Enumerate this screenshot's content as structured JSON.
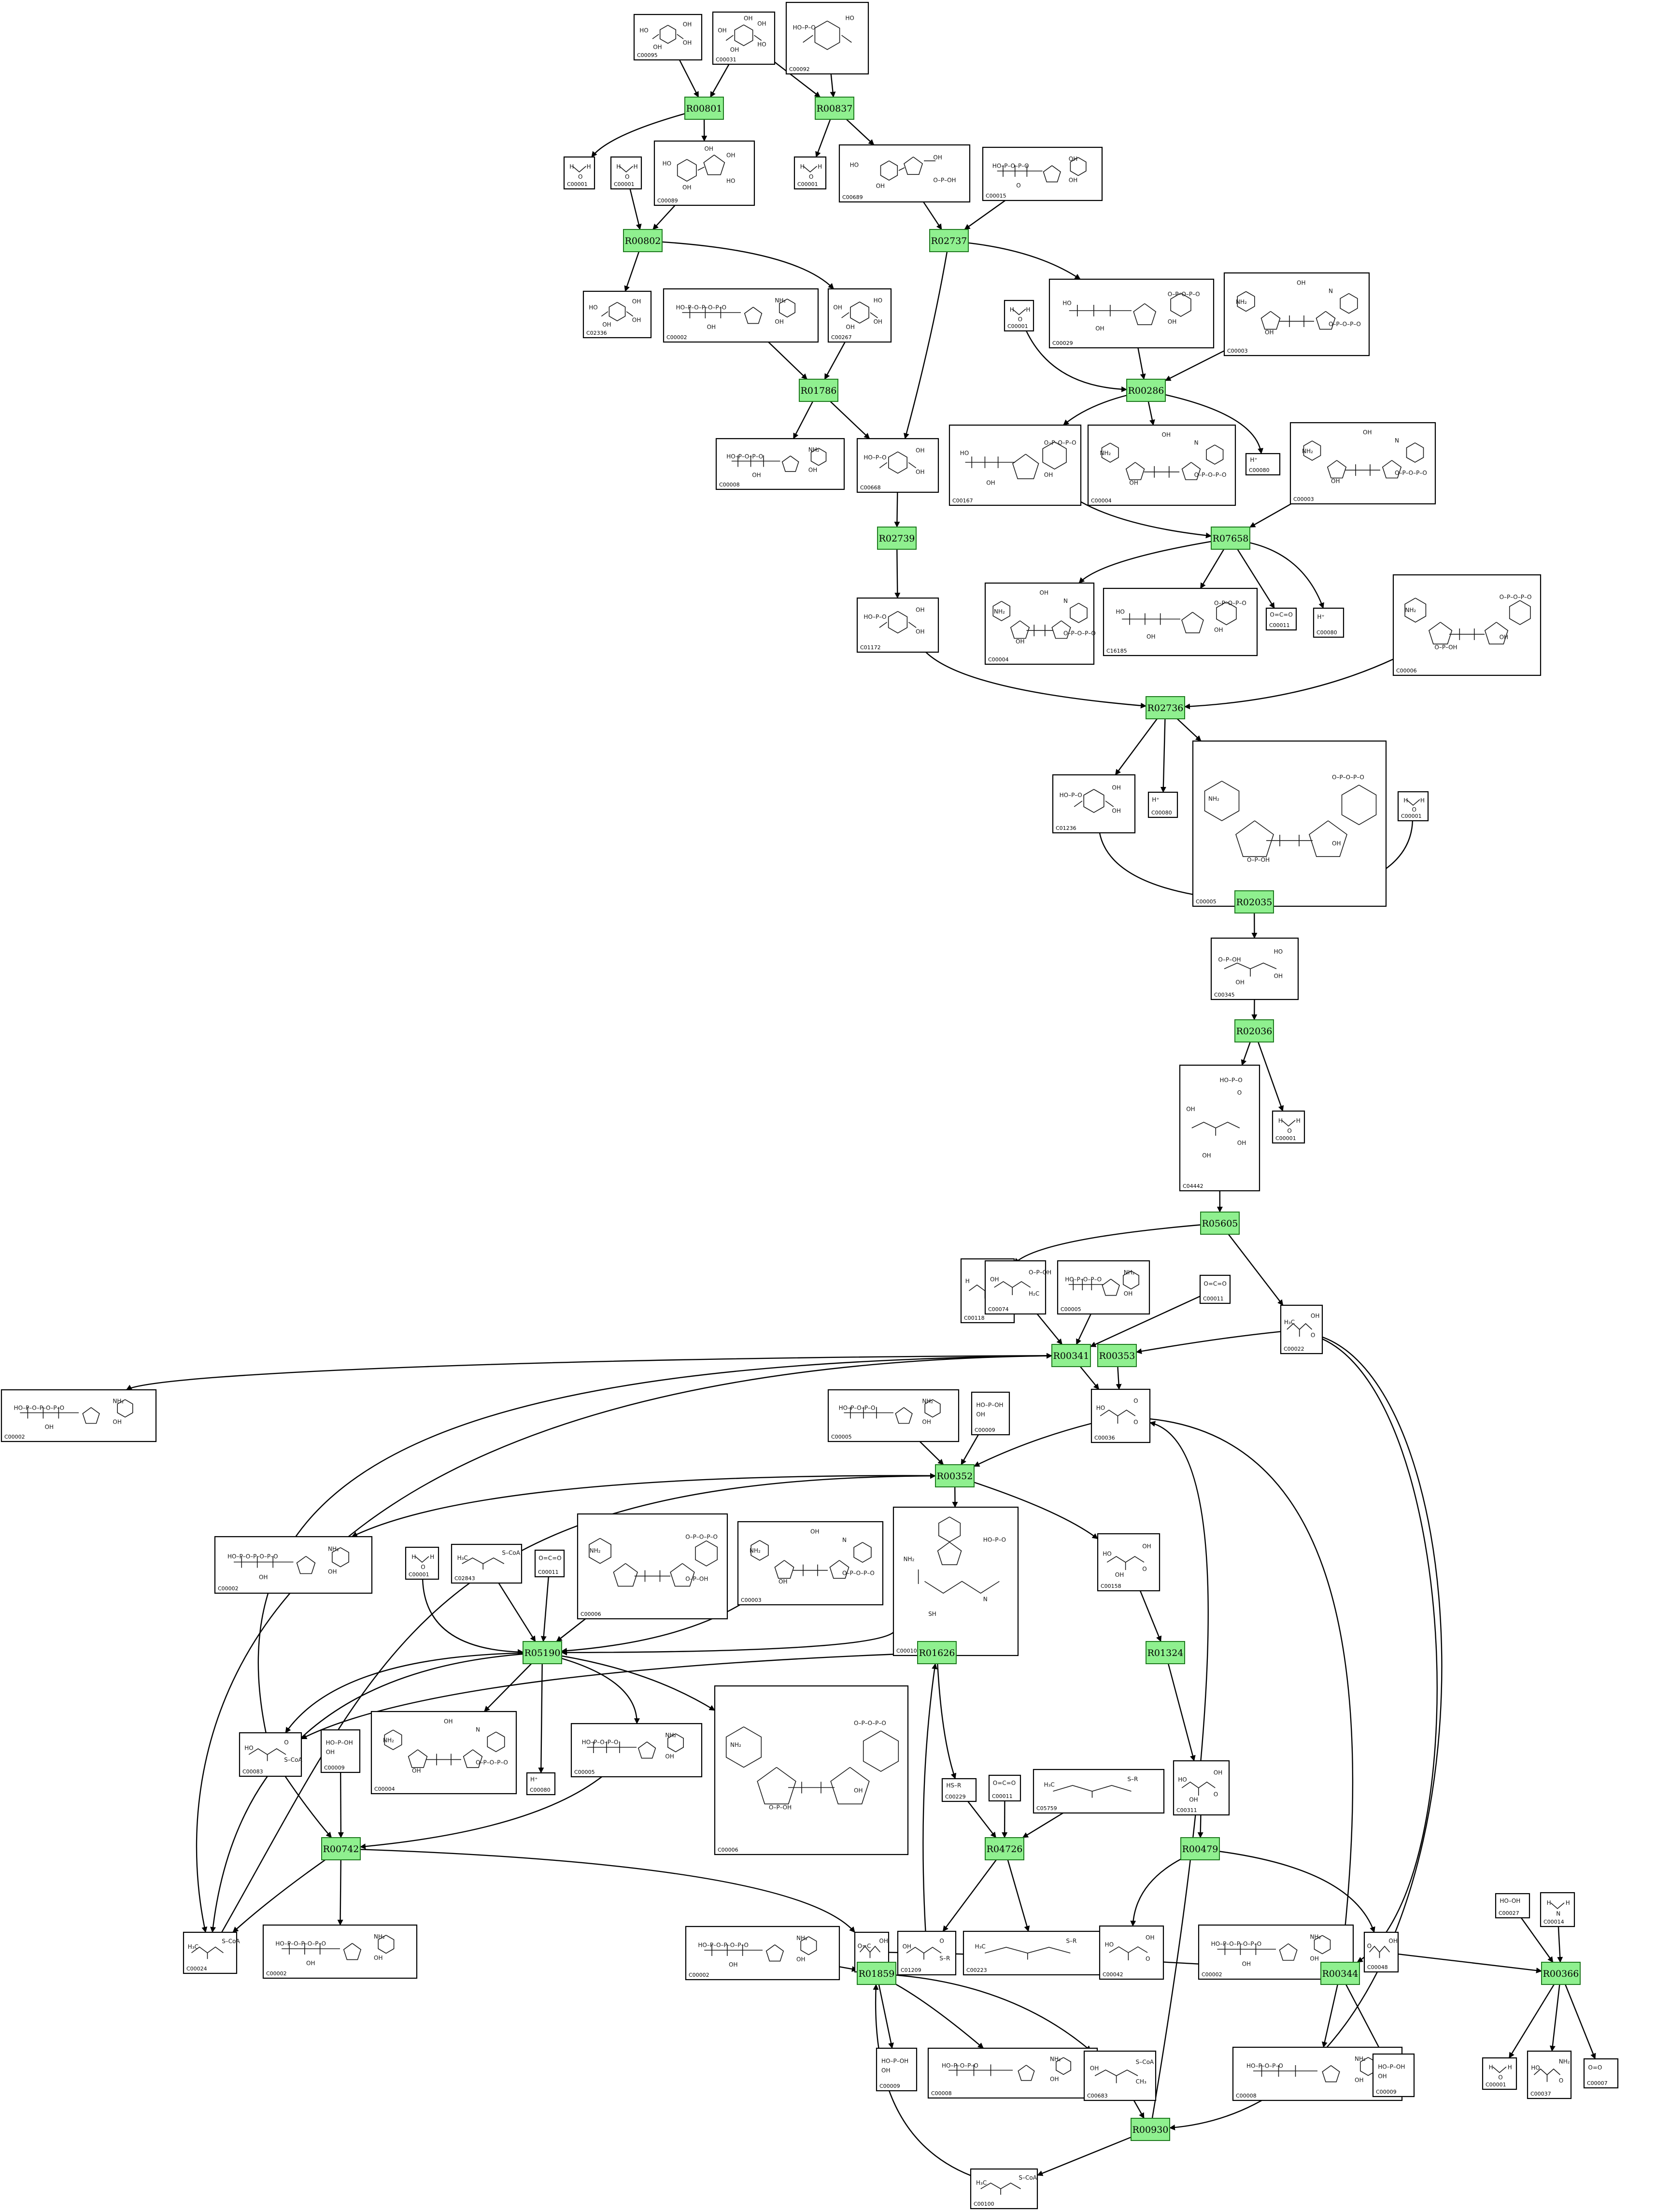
{
  "diagram": {
    "type": "KEGG metabolic pathway network",
    "reaction_style": {
      "fill": "#8ff08f",
      "stroke": "#1f7a1f"
    },
    "compound_style": {
      "fill": "#ffffff",
      "stroke": "#000000"
    }
  },
  "reactions": [
    {
      "id": "r0",
      "label": "R00801"
    },
    {
      "id": "r1",
      "label": "R00837"
    },
    {
      "id": "r2",
      "label": "R00802"
    },
    {
      "id": "r3",
      "label": "R02737"
    },
    {
      "id": "r4",
      "label": "R01786"
    },
    {
      "id": "r5",
      "label": "R00286"
    },
    {
      "id": "r6",
      "label": "R02739"
    },
    {
      "id": "r7",
      "label": "R07658"
    },
    {
      "id": "r8",
      "label": "R02736"
    },
    {
      "id": "r9",
      "label": "R02035"
    },
    {
      "id": "r10",
      "label": "R02036"
    },
    {
      "id": "r11",
      "label": "R05605"
    },
    {
      "id": "r12",
      "label": "R00341"
    },
    {
      "id": "r13",
      "label": "R00353"
    },
    {
      "id": "r14",
      "label": "R00352"
    },
    {
      "id": "r15",
      "label": "R05190"
    },
    {
      "id": "r16",
      "label": "R01626"
    },
    {
      "id": "r17",
      "label": "R01324"
    },
    {
      "id": "r18",
      "label": "R00742"
    },
    {
      "id": "r19",
      "label": "R04726"
    },
    {
      "id": "r20",
      "label": "R00479"
    },
    {
      "id": "r21",
      "label": "R01859"
    },
    {
      "id": "r22",
      "label": "R00344"
    },
    {
      "id": "r23",
      "label": "R00366"
    },
    {
      "id": "r24",
      "label": "R00930"
    }
  ],
  "compounds": [
    {
      "id": "c0",
      "label": "C00095",
      "frags": [
        "HO",
        "OH",
        "OH",
        "OH"
      ]
    },
    {
      "id": "c1",
      "label": "C00031",
      "frags": [
        "OH",
        "OH",
        "HO",
        "OH",
        "OH"
      ]
    },
    {
      "id": "c2",
      "label": "C00092",
      "frags": [
        "HO–P–O",
        "HO"
      ]
    },
    {
      "id": "c3",
      "label": "C00001",
      "frags": [
        "H",
        "O",
        "H"
      ]
    },
    {
      "id": "c4",
      "label": "C00001",
      "frags": [
        "H",
        "O",
        "H"
      ]
    },
    {
      "id": "c5",
      "label": "C00089",
      "frags": [
        "HO",
        "OH",
        "HO",
        "OH",
        "OH"
      ]
    },
    {
      "id": "c6",
      "label": "C00001",
      "frags": [
        "H",
        "O",
        "H"
      ]
    },
    {
      "id": "c7",
      "label": "C00689",
      "frags": [
        "HO",
        "OH",
        "O–P–OH",
        "OH"
      ]
    },
    {
      "id": "c8",
      "label": "C00015",
      "frags": [
        "HO–P–O–P–O",
        "OH",
        "OH",
        "O"
      ]
    },
    {
      "id": "c9",
      "label": "C02336",
      "frags": [
        "HO",
        "OH",
        "OH",
        "OH"
      ]
    },
    {
      "id": "c10",
      "label": "C00002",
      "frags": [
        "HO–P–O–P–O–P–O",
        "NH₂",
        "OH",
        "OH"
      ]
    },
    {
      "id": "c11",
      "label": "C00267",
      "frags": [
        "OH",
        "HO",
        "OH",
        "OH"
      ]
    },
    {
      "id": "c12",
      "label": "C00001",
      "frags": [
        "H",
        "O",
        "H"
      ]
    },
    {
      "id": "c13",
      "label": "C00029",
      "frags": [
        "HO",
        "O–P–O–P–O",
        "OH",
        "OH"
      ]
    },
    {
      "id": "c14",
      "label": "C00003",
      "frags": [
        "NH₂",
        "N",
        "O–P–O–P–O",
        "OH",
        "OH"
      ]
    },
    {
      "id": "c15",
      "label": "C00008",
      "frags": [
        "HO–P–O–P–O",
        "NH₂",
        "OH",
        "OH"
      ]
    },
    {
      "id": "c16",
      "label": "C00668",
      "frags": [
        "HO–P–O",
        "OH",
        "OH"
      ]
    },
    {
      "id": "c17",
      "label": "C00167",
      "frags": [
        "HO",
        "O–P–O–P–O",
        "OH",
        "OH"
      ]
    },
    {
      "id": "c18",
      "label": "C00004",
      "frags": [
        "NH₂",
        "N",
        "O–P–O–P–O",
        "OH",
        "OH"
      ]
    },
    {
      "id": "c19",
      "label": "C00080",
      "frags": [
        "H⁺"
      ]
    },
    {
      "id": "c20",
      "label": "C00003",
      "frags": [
        "NH₂",
        "N",
        "O–P–O–P–O",
        "OH",
        "OH"
      ]
    },
    {
      "id": "c21",
      "label": "C01172",
      "frags": [
        "HO–P–O",
        "OH",
        "OH"
      ]
    },
    {
      "id": "c22",
      "label": "C00004",
      "frags": [
        "NH₂",
        "N",
        "O–P–O–P–O",
        "OH",
        "OH"
      ]
    },
    {
      "id": "c23",
      "label": "C16185",
      "frags": [
        "HO",
        "O–P–O–P–O",
        "OH",
        "OH"
      ]
    },
    {
      "id": "c24",
      "label": "C00011",
      "frags": [
        "O=C=O"
      ]
    },
    {
      "id": "c25",
      "label": "C00080",
      "frags": [
        "H⁺"
      ]
    },
    {
      "id": "c26",
      "label": "C00006",
      "frags": [
        "NH₂",
        "O–P–O–P–O",
        "OH",
        "O–P–OH"
      ]
    },
    {
      "id": "c27",
      "label": "C01236",
      "frags": [
        "HO–P–O",
        "OH",
        "OH"
      ]
    },
    {
      "id": "c28",
      "label": "C00080",
      "frags": [
        "H⁺"
      ]
    },
    {
      "id": "c29",
      "label": "C00005",
      "frags": [
        "NH₂",
        "O–P–O–P–O",
        "OH",
        "O–P–OH"
      ]
    },
    {
      "id": "c30",
      "label": "C00001",
      "frags": [
        "H",
        "O",
        "H"
      ]
    },
    {
      "id": "c31",
      "label": "C00345",
      "frags": [
        "O–P–OH",
        "HO",
        "OH",
        "OH"
      ]
    },
    {
      "id": "c32",
      "label": "C04442",
      "frags": [
        "OH",
        "O",
        "OH",
        "OH",
        "HO–P–O"
      ]
    },
    {
      "id": "c33",
      "label": "C00001",
      "frags": [
        "H",
        "O",
        "H"
      ]
    },
    {
      "id": "c34",
      "label": "C00118",
      "frags": [
        "H",
        "O–P–OH"
      ]
    },
    {
      "id": "c35",
      "label": "C00074",
      "frags": [
        "OH",
        "O–P–OH",
        "H₂C"
      ]
    },
    {
      "id": "c36",
      "label": "C00005",
      "frags": [
        "HO–P–O–P–O",
        "NH₂",
        "OH"
      ]
    },
    {
      "id": "c37",
      "label": "C00011",
      "frags": [
        "O=C=O"
      ]
    },
    {
      "id": "c38",
      "label": "C00022",
      "frags": [
        "H₃C",
        "OH",
        "O"
      ]
    },
    {
      "id": "c39",
      "label": "C00002",
      "frags": [
        "HO–P–O–P–O–P–O",
        "NH₂",
        "OH",
        "OH"
      ]
    },
    {
      "id": "c40",
      "label": "C00005",
      "frags": [
        "HO–P–O–P–O",
        "NH₂",
        "OH"
      ]
    },
    {
      "id": "c41",
      "label": "C00009",
      "frags": [
        "HO–P–OH",
        "OH"
      ]
    },
    {
      "id": "c42",
      "label": "C00036",
      "frags": [
        "HO",
        "O",
        "O"
      ]
    },
    {
      "id": "c43",
      "label": "C00002",
      "frags": [
        "HO–P–O–P–O–P–O",
        "NH₂",
        "OH",
        "OH"
      ]
    },
    {
      "id": "c44",
      "label": "C00001",
      "frags": [
        "H",
        "O",
        "H"
      ]
    },
    {
      "id": "c45",
      "label": "C02843",
      "frags": [
        "H₃C",
        "S–CoA"
      ]
    },
    {
      "id": "c46",
      "label": "C00011",
      "frags": [
        "O=C=O"
      ]
    },
    {
      "id": "c47",
      "label": "C00006",
      "frags": [
        "NH₂",
        "O–P–O–P–O",
        "O–P–OH"
      ]
    },
    {
      "id": "c48",
      "label": "C00003",
      "frags": [
        "NH₂",
        "N",
        "O–P–O–P–O",
        "OH",
        "OH"
      ]
    },
    {
      "id": "c49",
      "label": "C00010",
      "frags": [
        "NH₂",
        "HO–P–O",
        "N",
        "SH"
      ]
    },
    {
      "id": "c50",
      "label": "C00158",
      "frags": [
        "HO",
        "OH",
        "O",
        "OH"
      ]
    },
    {
      "id": "c51",
      "label": "C00083",
      "frags": [
        "HO",
        "O",
        "S–CoA"
      ]
    },
    {
      "id": "c52",
      "label": "C00009",
      "frags": [
        "HO–P–OH",
        "OH"
      ]
    },
    {
      "id": "c53",
      "label": "C00004",
      "frags": [
        "NH₂",
        "N",
        "O–P–O–P–O",
        "OH",
        "OH"
      ]
    },
    {
      "id": "c54",
      "label": "C00080",
      "frags": [
        "H⁺"
      ]
    },
    {
      "id": "c55",
      "label": "C00005",
      "frags": [
        "HO–P–O–P–O",
        "NH₂",
        "OH"
      ]
    },
    {
      "id": "c56",
      "label": "C00006",
      "frags": [
        "NH₂",
        "O–P–O–P–O",
        "OH",
        "O–P–OH"
      ]
    },
    {
      "id": "c57",
      "label": "C00229",
      "frags": [
        "HS–R"
      ]
    },
    {
      "id": "c58",
      "label": "C00011",
      "frags": [
        "O=C=O"
      ]
    },
    {
      "id": "c59",
      "label": "C05759",
      "frags": [
        "H₃C",
        "S–R"
      ]
    },
    {
      "id": "c60",
      "label": "C00311",
      "frags": [
        "HO",
        "OH",
        "O",
        "OH"
      ]
    },
    {
      "id": "c61",
      "label": "C00024",
      "frags": [
        "H₃C",
        "S–CoA"
      ]
    },
    {
      "id": "c62",
      "label": "C00002",
      "frags": [
        "HO–P–O–P–O–P–O",
        "NH₂",
        "OH",
        "OH"
      ]
    },
    {
      "id": "c63",
      "label": "C00288",
      "frags": [
        "O=C",
        "OH"
      ]
    },
    {
      "id": "c64",
      "label": "C01209",
      "frags": [
        "OH",
        "O",
        "S–R"
      ]
    },
    {
      "id": "c65",
      "label": "C00223",
      "frags": [
        "H₃C",
        "S–R"
      ]
    },
    {
      "id": "c66",
      "label": "C00042",
      "frags": [
        "HO",
        "OH",
        "O"
      ]
    },
    {
      "id": "c67",
      "label": "C00002",
      "frags": [
        "HO–P–O–P–O–P–O",
        "NH₂",
        "OH",
        "OH"
      ]
    },
    {
      "id": "c68",
      "label": "C00048",
      "frags": [
        "O",
        "OH"
      ]
    },
    {
      "id": "c69",
      "label": "C00027",
      "frags": [
        "HO–OH"
      ]
    },
    {
      "id": "c70",
      "label": "C00014",
      "frags": [
        "H",
        "N",
        "H"
      ]
    },
    {
      "id": "c71",
      "label": "C00002",
      "frags": [
        "HO–P–O–P–O–P–O",
        "NH₂",
        "OH",
        "OH"
      ]
    },
    {
      "id": "c72",
      "label": "C00009",
      "frags": [
        "HO–P–OH",
        "OH"
      ]
    },
    {
      "id": "c73",
      "label": "C00008",
      "frags": [
        "HO–P–O–P–O",
        "NH₂",
        "OH"
      ]
    },
    {
      "id": "c74",
      "label": "C00683",
      "frags": [
        "OH",
        "S–CoA",
        "CH₃"
      ]
    },
    {
      "id": "c75",
      "label": "C00008",
      "frags": [
        "HO–P–O–P–O",
        "NH₂",
        "OH"
      ]
    },
    {
      "id": "c76",
      "label": "C00009",
      "frags": [
        "HO–P–OH",
        "OH"
      ]
    },
    {
      "id": "c77",
      "label": "C00001",
      "frags": [
        "H",
        "O",
        "H"
      ]
    },
    {
      "id": "c78",
      "label": "C00037",
      "frags": [
        "HO",
        "NH₂",
        "O"
      ]
    },
    {
      "id": "c79",
      "label": "C00007",
      "frags": [
        "O=O"
      ]
    },
    {
      "id": "c80",
      "label": "C00100",
      "frags": [
        "H₃C",
        "S–CoA"
      ]
    }
  ]
}
